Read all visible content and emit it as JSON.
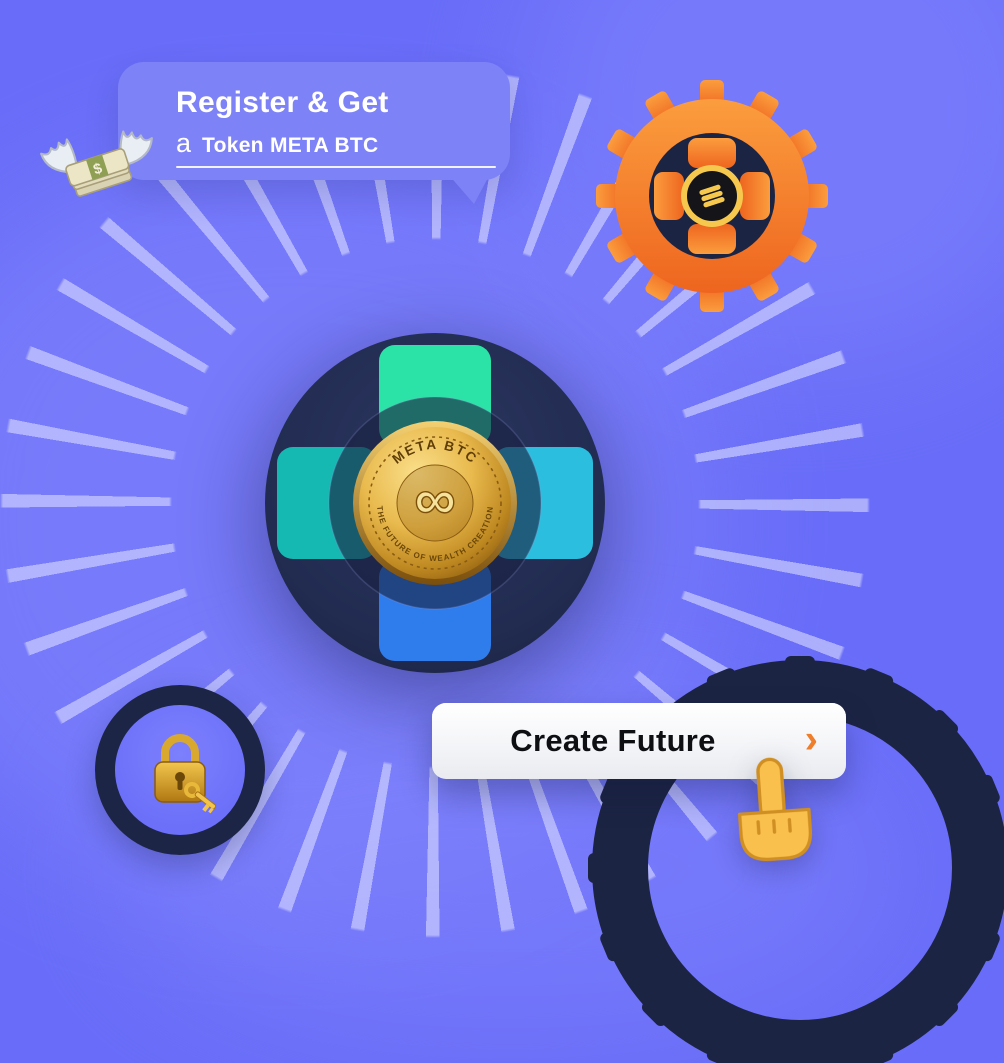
{
  "scene": {
    "background": "#686cf8"
  },
  "bubble": {
    "title": "Register & Get",
    "subtitle_prefix": "a",
    "subtitle": "Token META BTC"
  },
  "coin": {
    "top_text": "META BTC",
    "symbol": "∞",
    "bottom_text": "THE FUTURE OF WEALTH CREATION"
  },
  "cta": {
    "label": "Create Future",
    "chevron": "›"
  },
  "icons": {
    "money_with_wings": "money-with-wings",
    "dollar_sign": "$",
    "token_coin": "token-stack",
    "lock_and_keys": "lock-and-keys",
    "pointing_hand": "backhand-index-pointing-up"
  },
  "colors": {
    "background": "#686cf8",
    "bubble": "#7e82f7",
    "navy": "#1c2444",
    "orange": "#f37b28",
    "wedge_top": "#2be3a6",
    "wedge_right": "#2cbede",
    "wedge_bottom": "#2f7ced",
    "wedge_left": "#16b8b2",
    "gold": "#e3b64a",
    "ray": "#dcdeff"
  }
}
